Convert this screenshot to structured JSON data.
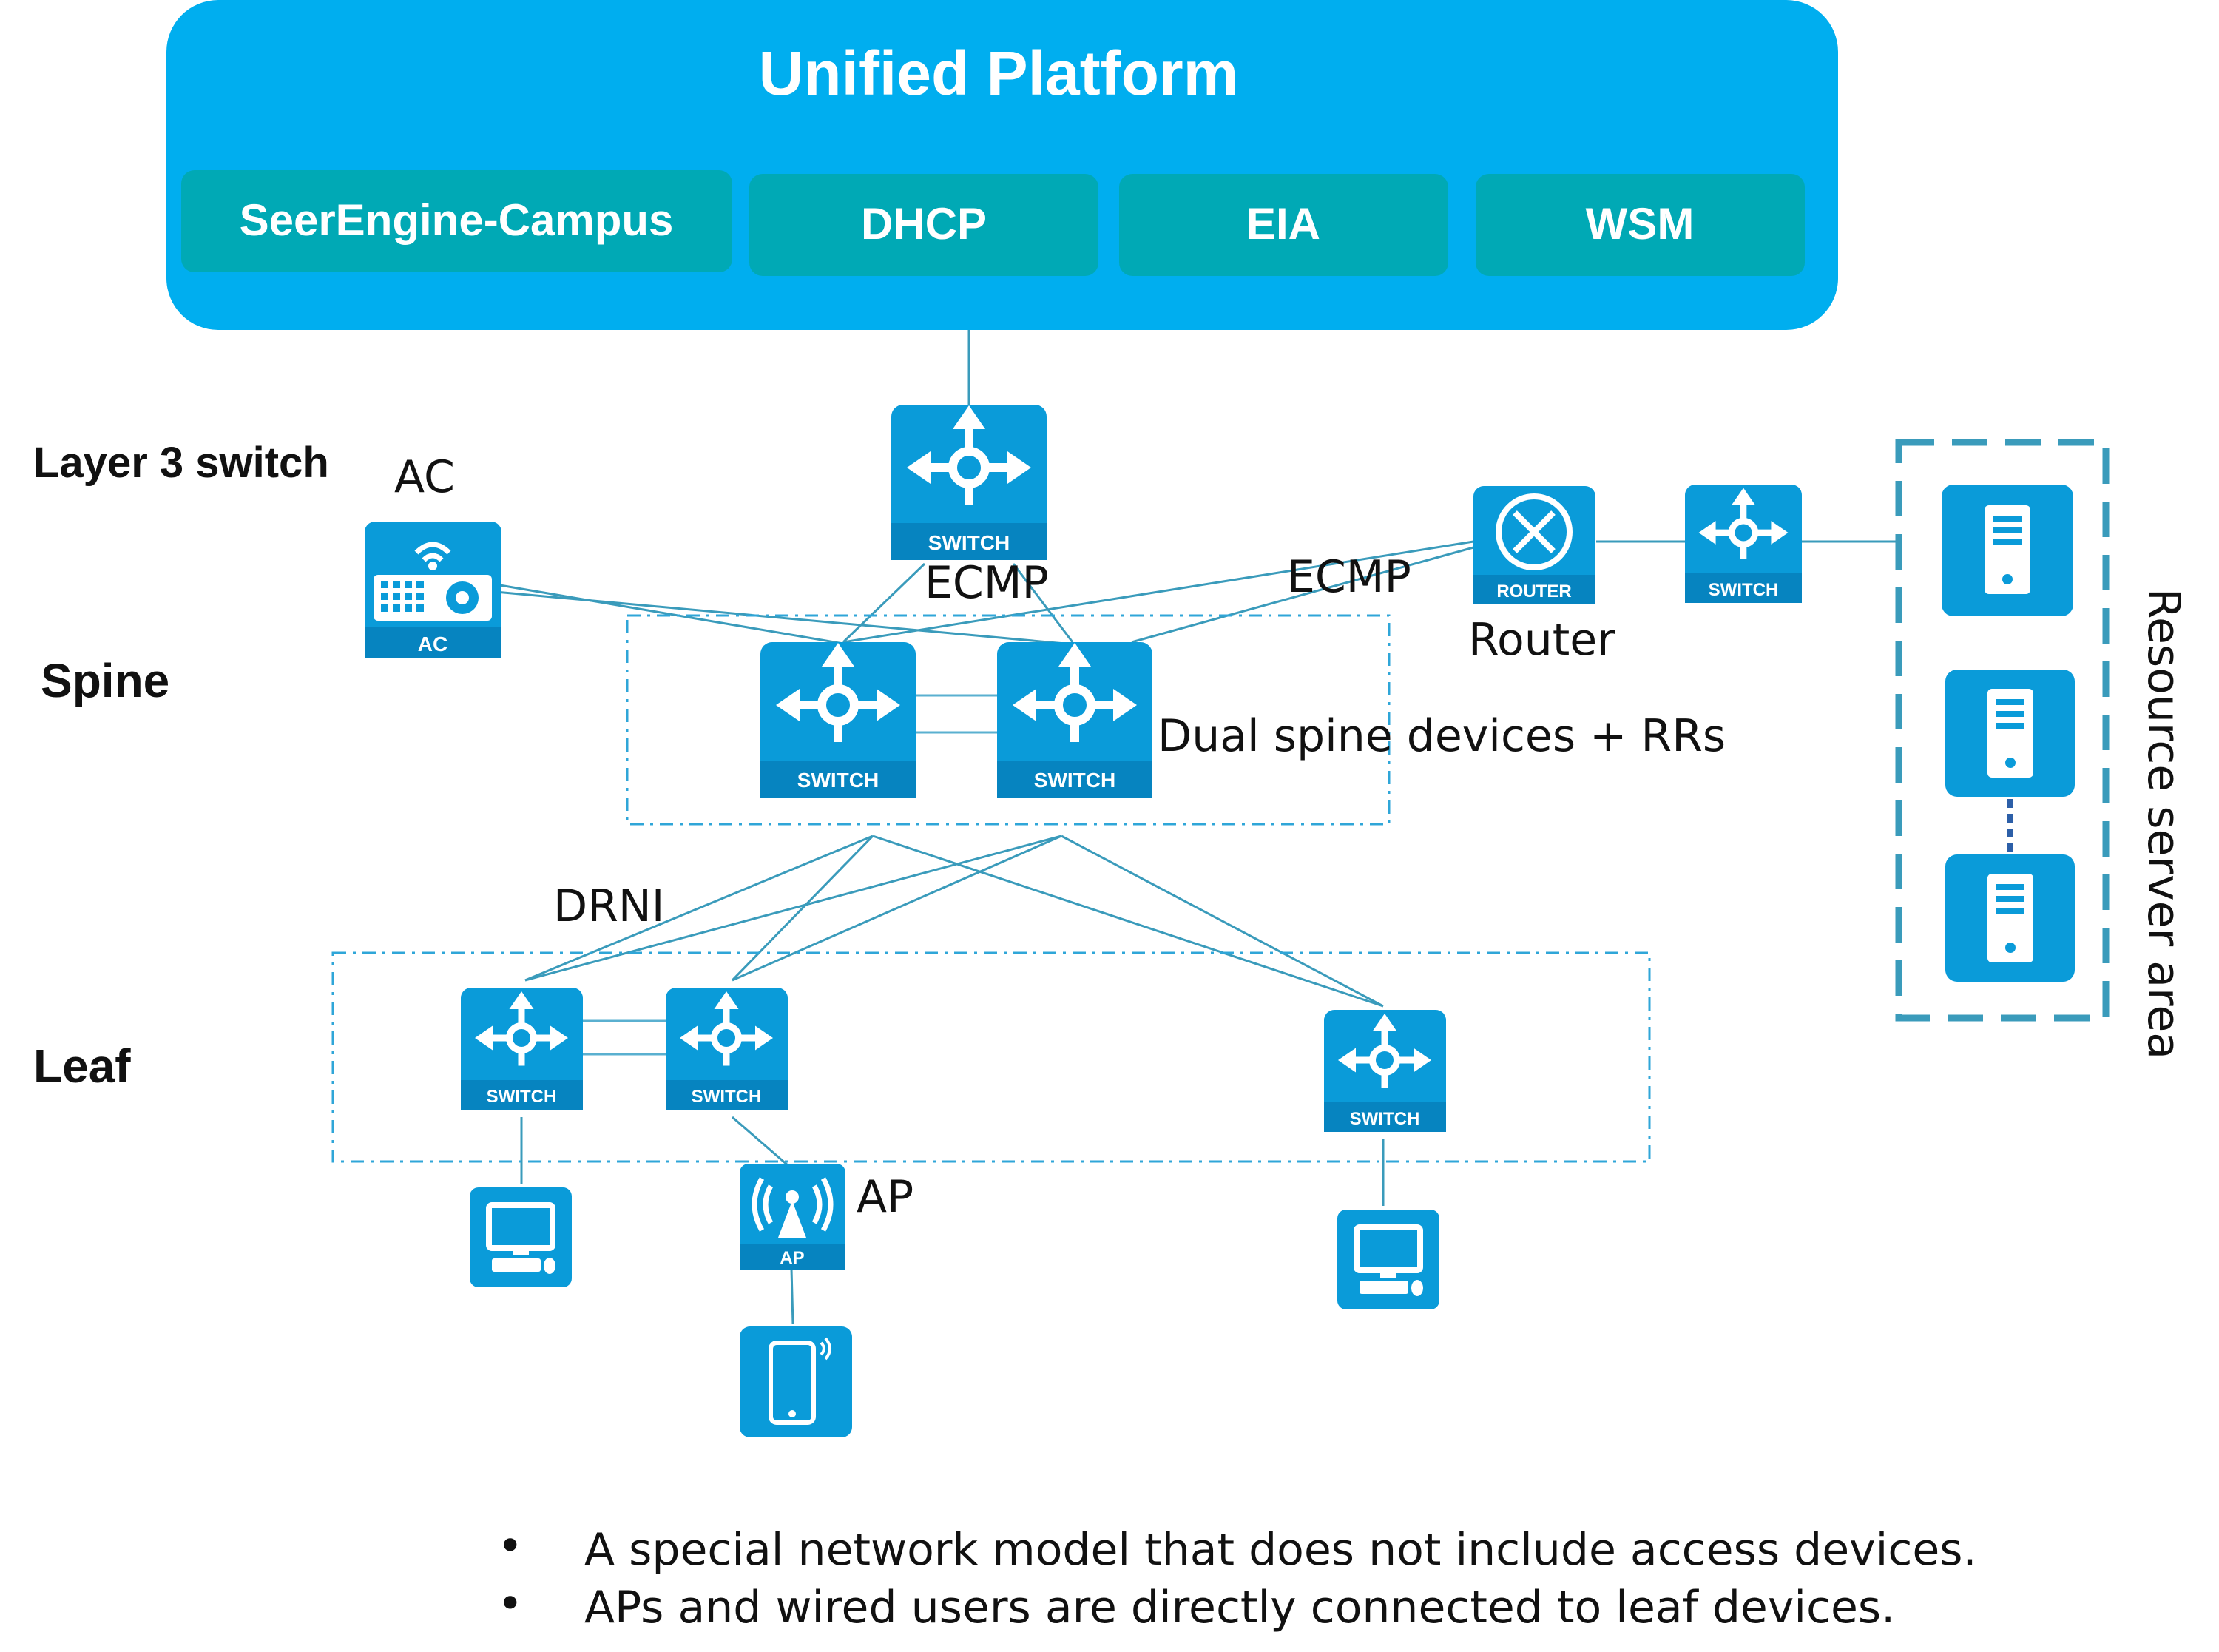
{
  "platform": {
    "title": "Unified Platform",
    "modules": [
      "SeerEngine-Campus",
      "DHCP",
      "EIA",
      "WSM"
    ]
  },
  "layers": {
    "layer3": "Layer 3 switch",
    "spine": "Spine",
    "leaf": "Leaf"
  },
  "labels": {
    "ac": "AC",
    "ecmp_left": "ECMP",
    "ecmp_right": "ECMP",
    "router": "Router",
    "dual_spine": "Dual spine devices + RRs",
    "drni": "DRNI",
    "ap": "AP",
    "resource_area": "Resource server area"
  },
  "device_labels": {
    "switch": "SWITCH",
    "router": "ROUTER",
    "ac": "AC",
    "ap": "AP"
  },
  "notes": [
    "A special network model that does not include access devices.",
    "APs and wired users are directly connected to leaf devices."
  ],
  "bullet_char": "•",
  "colors": {
    "platform": "#00aeef",
    "module": "#00a9b5",
    "device": "#0a9bd9",
    "link": "#3a9bbb"
  }
}
